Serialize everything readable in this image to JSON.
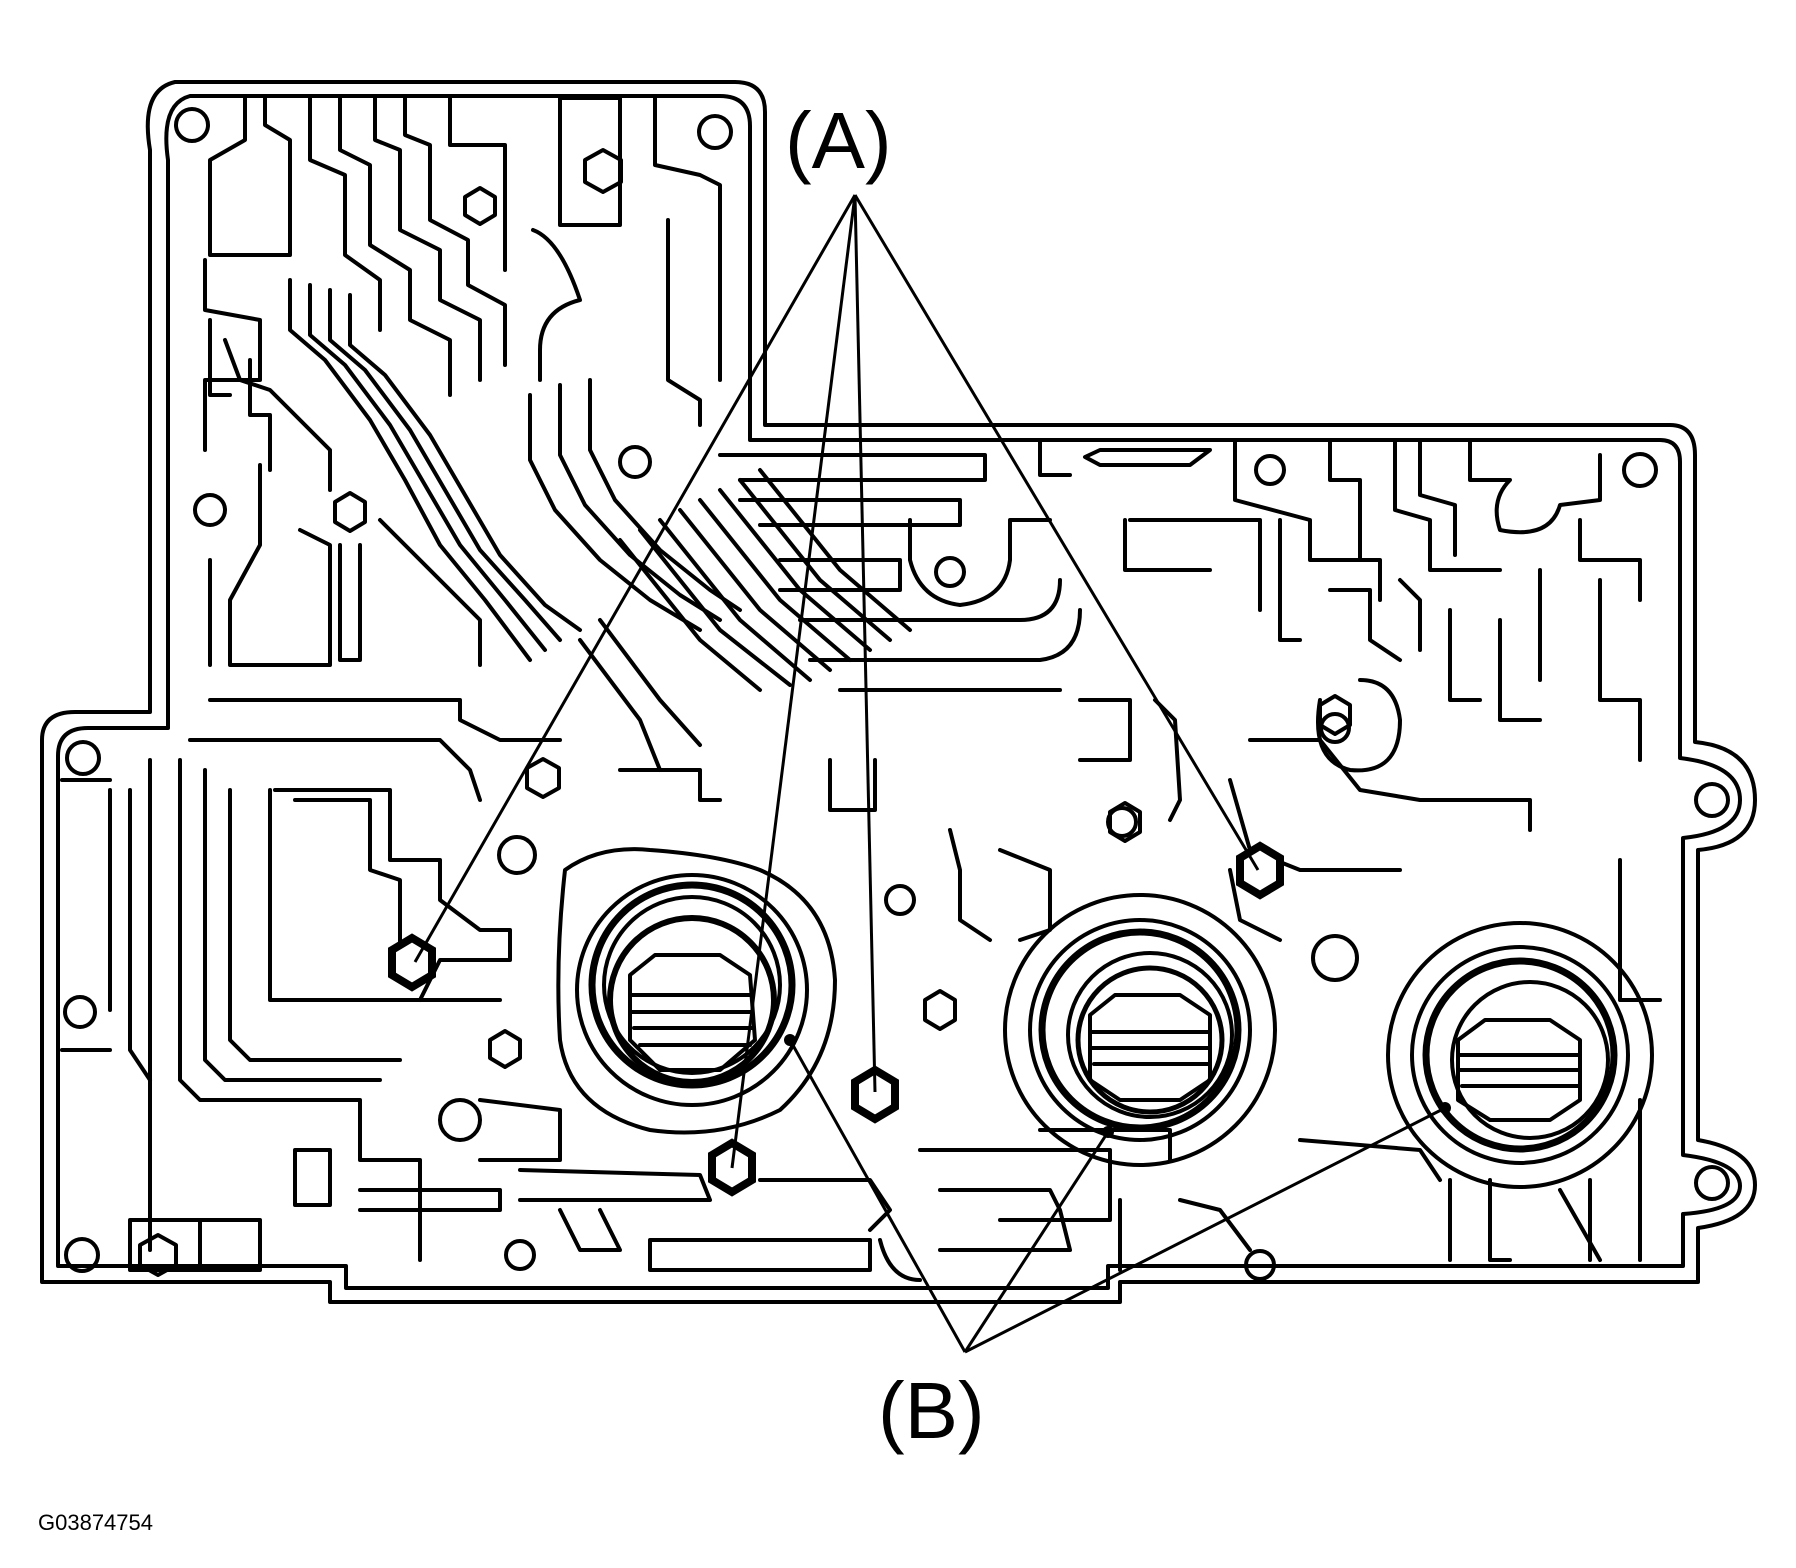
{
  "callouts": {
    "a": {
      "label": "(A)"
    },
    "b": {
      "label": "(B)"
    }
  },
  "figure_code": "G03874754",
  "colors": {
    "line": "#000000",
    "background": "#ffffff"
  }
}
